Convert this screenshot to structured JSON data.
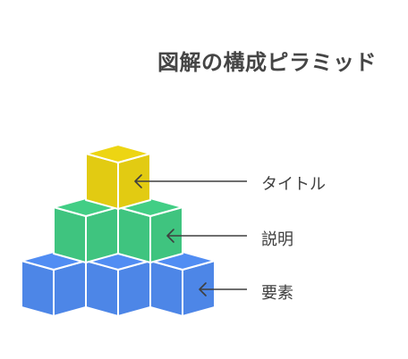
{
  "title": "図解の構成ピラミッド",
  "colors": {
    "top": "#E2CB12",
    "middle": "#3FC47F",
    "bottom": "#4D86E7",
    "stroke": "#ffffff",
    "arrow": "#3f3f3f"
  },
  "layers": [
    {
      "key": "top",
      "label": "タイトル",
      "blocks": 1
    },
    {
      "key": "middle",
      "label": "説明",
      "blocks": 2
    },
    {
      "key": "bottom",
      "label": "要素",
      "blocks": 3
    }
  ]
}
